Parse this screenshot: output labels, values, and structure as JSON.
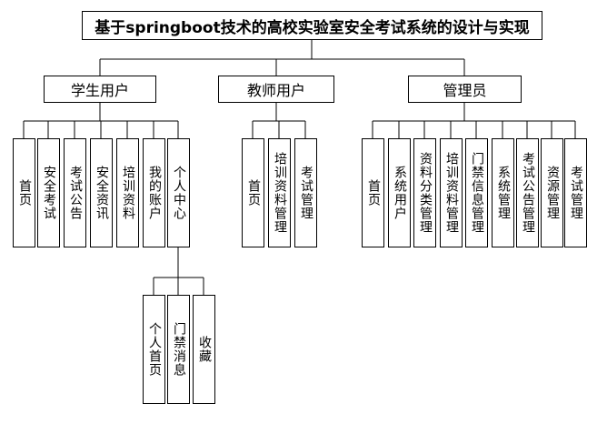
{
  "title": "基于springboot技术的高校实验室安全考试系统的设计与实现",
  "line_color": "#000000",
  "groups": {
    "student": {
      "label": "学生用户",
      "items": [
        "首页",
        "安全考试",
        "考试公告",
        "安全资讯",
        "培训资料",
        "我的账户",
        "个人中心"
      ],
      "personal_center": {
        "label": "个人中心",
        "items": [
          "个人首页",
          "门禁消息",
          "收藏"
        ]
      }
    },
    "teacher": {
      "label": "教师用户",
      "items": [
        "首页",
        "培训资料管理",
        "考试管理"
      ]
    },
    "admin": {
      "label": "管理员",
      "items": [
        "首页",
        "系统用户",
        "资料分类管理",
        "培训资料管理",
        "门禁信息管理",
        "系统管理",
        "考试公告管理",
        "资源管理",
        "考试管理"
      ]
    }
  }
}
